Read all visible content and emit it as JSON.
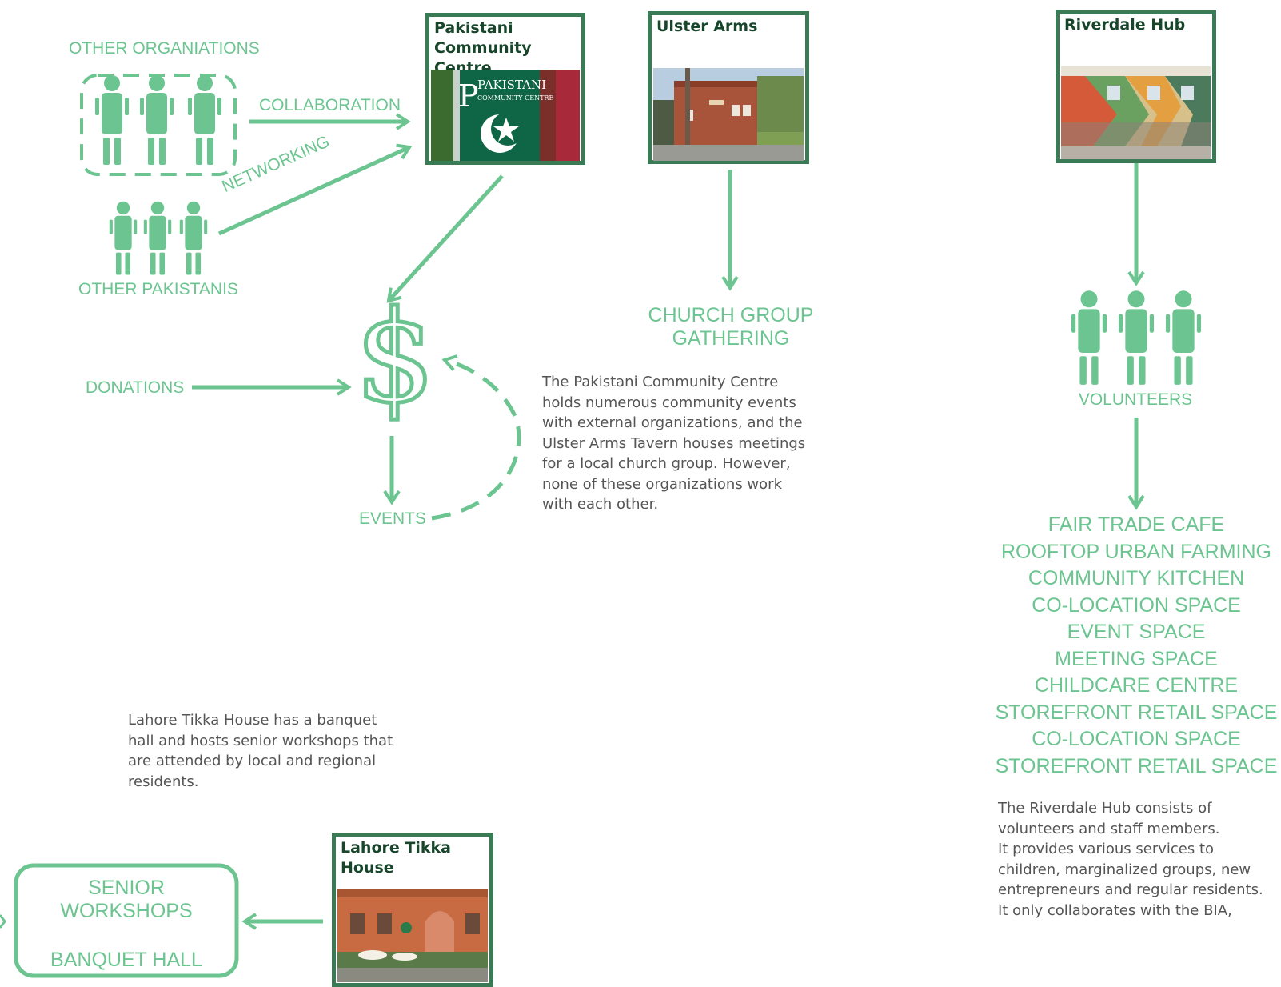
{
  "pakistani_centre": {
    "title": "Pakistani Community Centre",
    "title_lines": [
      "Pakistani",
      "Community Centre"
    ],
    "sign_big": "PAKISTANI",
    "sign_small": "COMMUNITY CENTRE"
  },
  "ulster_arms": {
    "title": "Ulster Arms"
  },
  "riverdale_hub": {
    "title": "Riverdale Hub"
  },
  "lahore_tikka": {
    "title_lines": [
      "Lahore Tikka",
      "House"
    ]
  },
  "labels": {
    "other_organizations": "OTHER ORGANIATIONS",
    "collaboration": "COLLABORATION",
    "networking": "NETWORKING",
    "other_pakistanis": "OTHER PAKISTANIS",
    "donations": "DONATIONS",
    "events": "EVENTS",
    "dollar": "$",
    "church_group_lines": [
      "CHURCH GROUP",
      "GATHERING"
    ],
    "volunteers": "VOLUNTEERS",
    "senior_workshops_lines": [
      "SENIOR",
      "WORKSHOPS"
    ],
    "banquet_hall": "BANQUET HALL"
  },
  "pakistani_description_lines": [
    "The Pakistani Community Centre",
    "holds numerous community events",
    "with external organizations, and the",
    "Ulster Arms Tavern houses meetings",
    "for a local church group. However,",
    "none of these organizations work",
    "with each other."
  ],
  "lahore_description_lines": [
    "Lahore Tikka House has a banquet",
    "hall and hosts senior workshops that",
    "are attended by local and regional",
    "residents."
  ],
  "riverdale_services": [
    "FAIR TRADE CAFE",
    "ROOFTOP URBAN FARMING",
    "COMMUNITY KITCHEN",
    "CO-LOCATION SPACE",
    "EVENT SPACE",
    "MEETING SPACE",
    "CHILDCARE CENTRE",
    "STOREFRONT RETAIL SPACE",
    "CO-LOCATION SPACE",
    "STOREFRONT RETAIL SPACE"
  ],
  "riverdale_description_lines": [
    "The Riverdale Hub consists of",
    "volunteers and staff  members.",
    "It provides various services to",
    "children, marginalized groups, new",
    "entrepreneurs and regular residents.",
    "It only collaborates with the BIA,"
  ],
  "colors": {
    "accent": "#6cc590",
    "frame": "#3a7a55",
    "frame_title": "#17462b",
    "body_text": "#555555"
  }
}
